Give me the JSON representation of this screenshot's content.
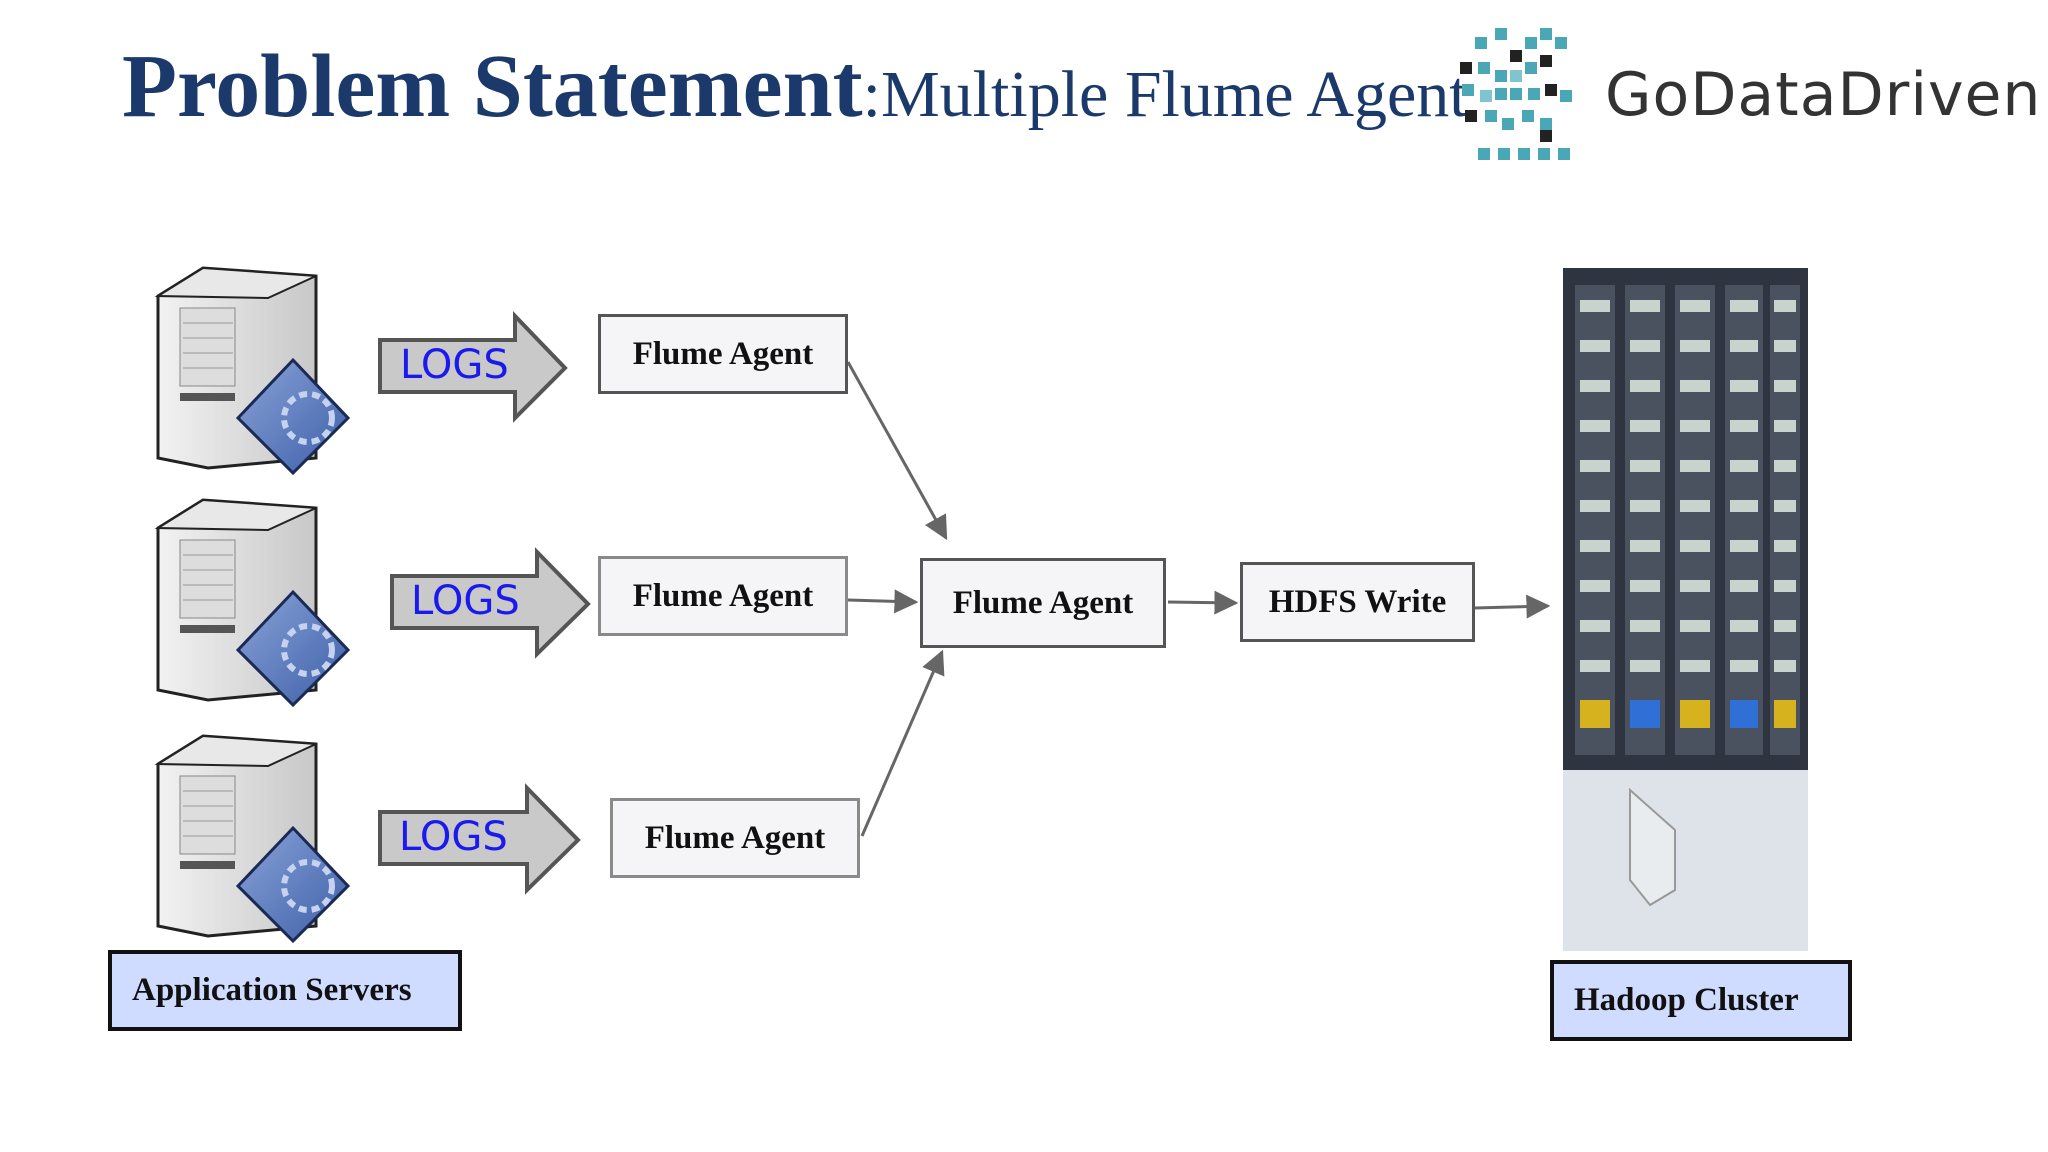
{
  "title": {
    "bold": "Problem Statement",
    "light": ":Multiple Flume Agent"
  },
  "logo": {
    "text": "GoDataDriven"
  },
  "logs_label": "LOGS",
  "source_agents": [
    "Flume Agent",
    "Flume Agent",
    "Flume Agent"
  ],
  "collector_agent": "Flume Agent",
  "hdfs_write": "HDFS Write",
  "app_servers_label": "Application Servers",
  "hadoop_cluster_label": "Hadoop Cluster",
  "colors": {
    "title": "#1b3a6b",
    "logs_text": "#1a1aee",
    "label_fill": "#cfdcff",
    "arrow": "#666666"
  }
}
